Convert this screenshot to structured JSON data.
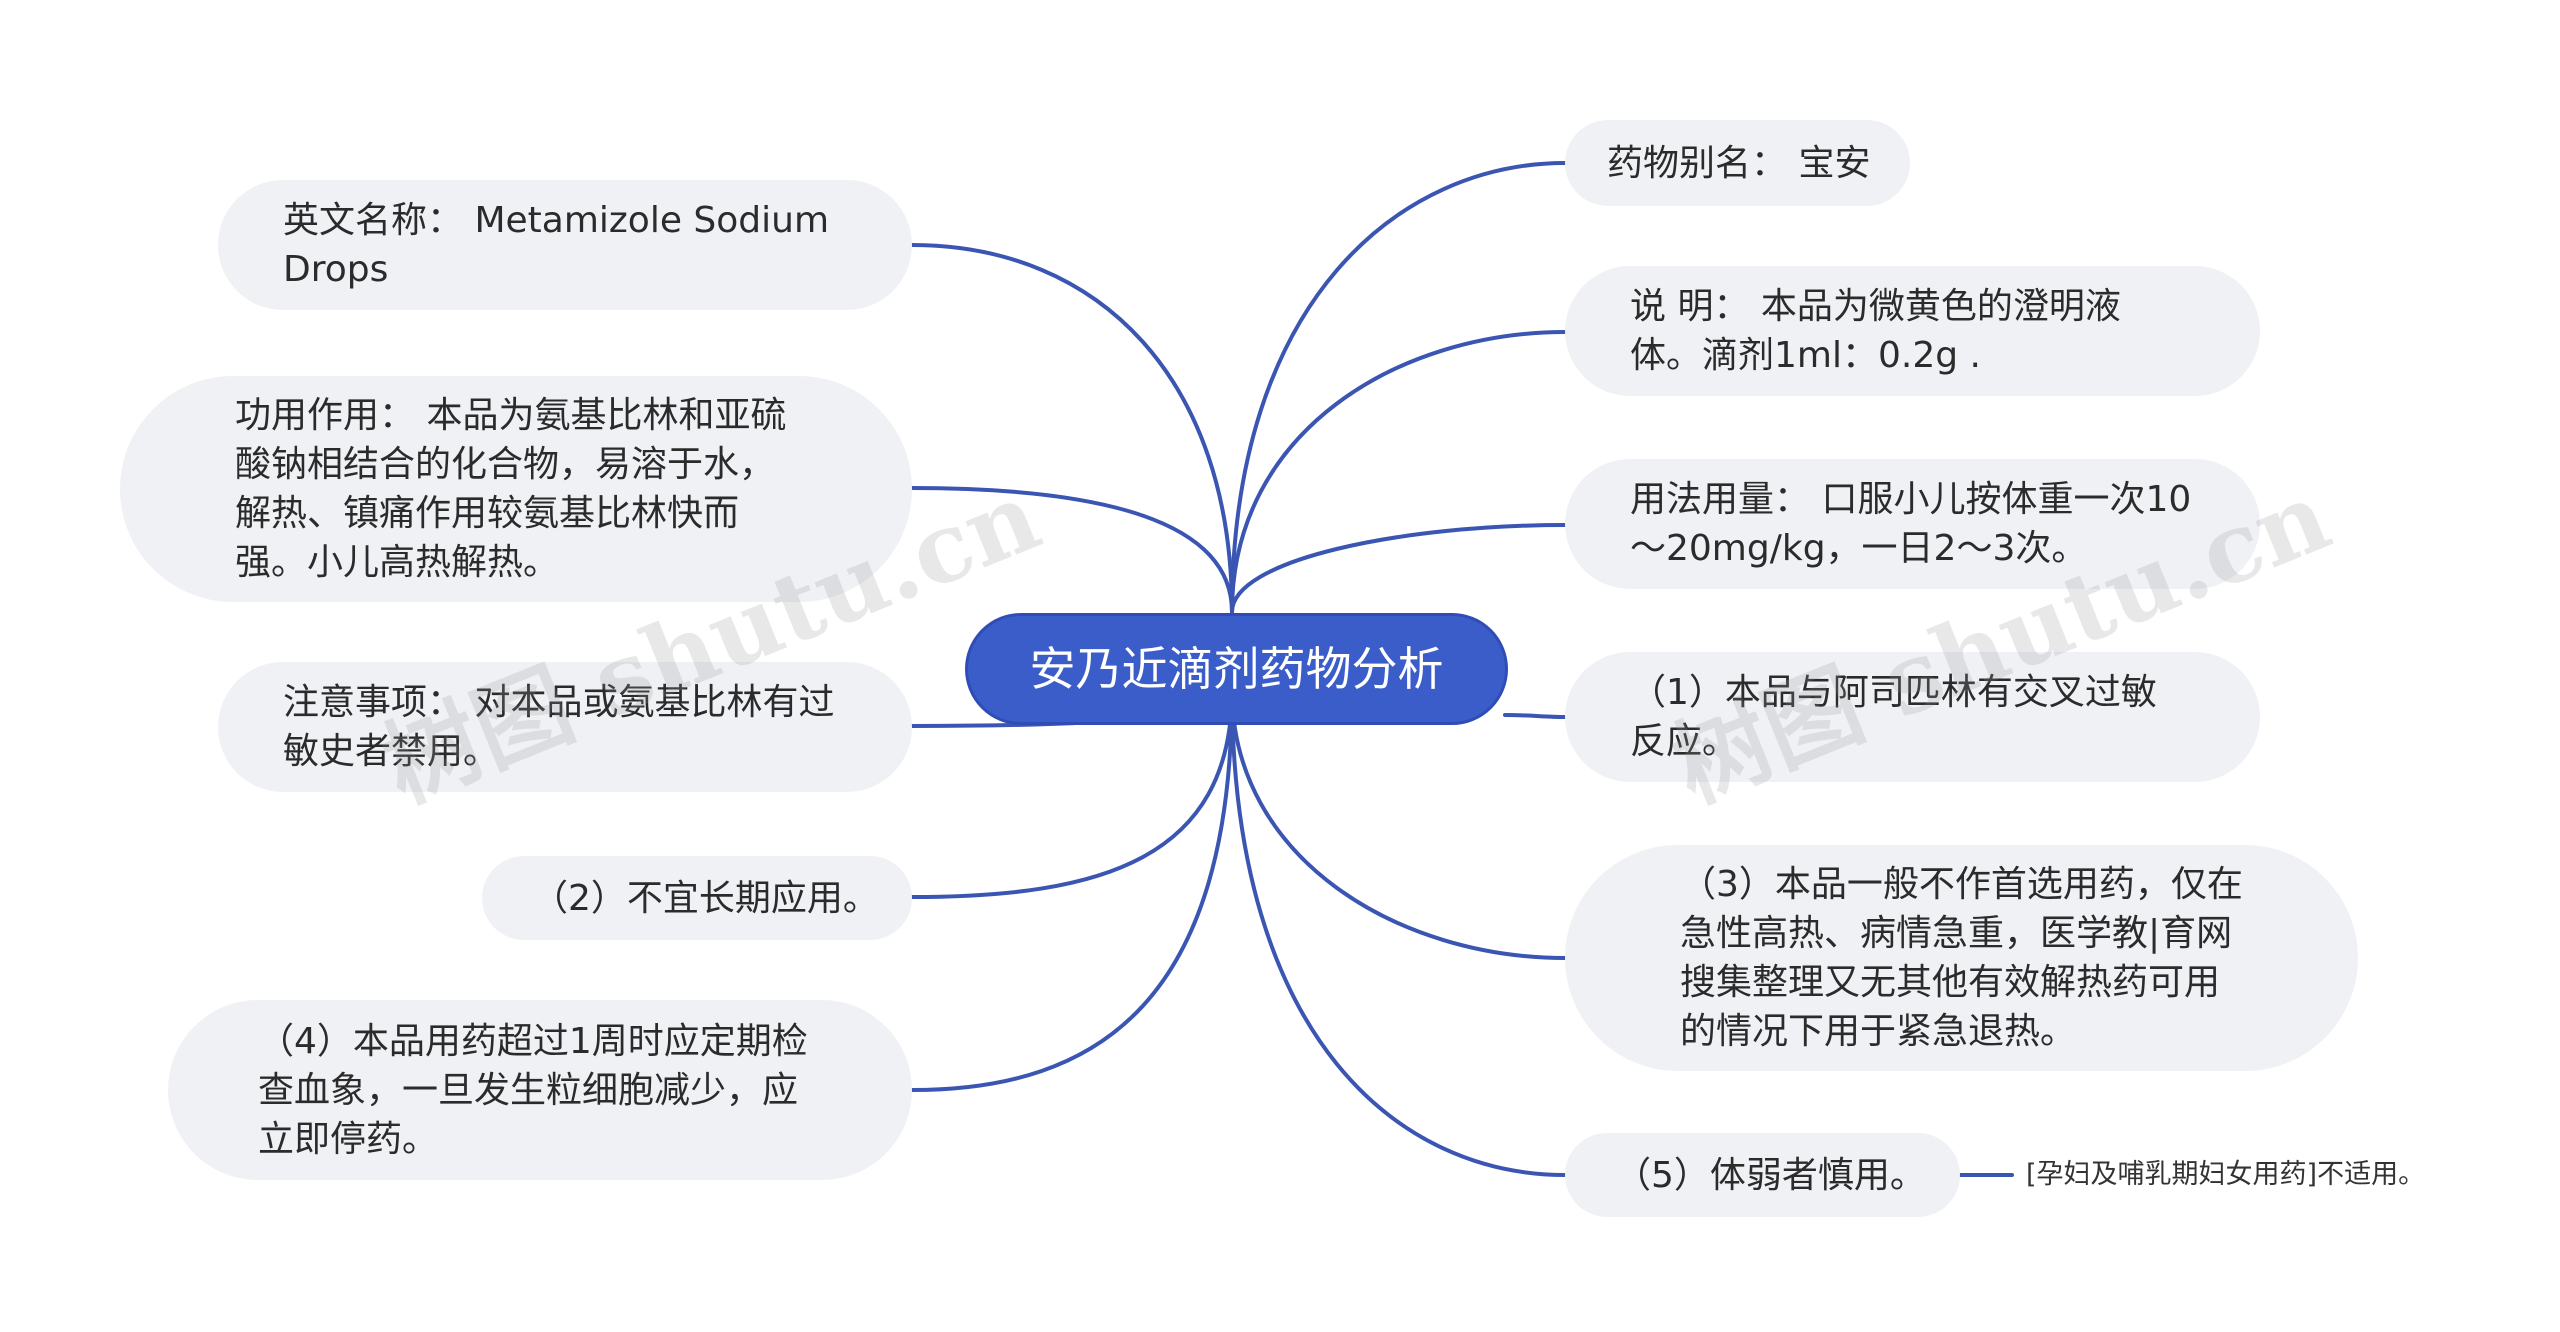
{
  "root": {
    "label": "安乃近滴剂药物分析"
  },
  "left_nodes": [
    {
      "id": "english_name",
      "text": "英文名称： Metamizole Sodium Drops"
    },
    {
      "id": "function",
      "text": "功用作用： 本品为氨基比林和亚硫酸钠相结合的化合物，易溶于水，解热、镇痛作用较氨基比林快而强。小儿高热解热。"
    },
    {
      "id": "precautions",
      "text": "注意事项： 对本品或氨基比林有过敏史者禁用。"
    },
    {
      "id": "note2",
      "text": "（2）不宜长期应用。"
    },
    {
      "id": "note4",
      "text": "（4）本品用药超过1周时应定期检查血象，一旦发生粒细胞减少，应立即停药。"
    }
  ],
  "right_nodes": [
    {
      "id": "alias",
      "text": "药物别名： 宝安"
    },
    {
      "id": "description",
      "text": "说 明： 本品为微黄色的澄明液体。滴剂1ml：0.2g ."
    },
    {
      "id": "dosage",
      "text": "用法用量： 口服小儿按体重一次10～20mg/kg，一日2～3次。"
    },
    {
      "id": "note1",
      "text": "（1）本品与阿司匹林有交叉过敏反应。"
    },
    {
      "id": "note3",
      "text": "（3）本品一般不作首选用药，仅在急性高热、病情急重，医学教|育网搜集整理又无其他有效解热药可用的情况下用于紧急退热。"
    },
    {
      "id": "note5",
      "text": "（5）体弱者慎用。"
    }
  ],
  "sub_note": {
    "text": "[孕妇及哺乳期妇女用药]不适用。"
  },
  "watermarks": [
    {
      "text": "树图 shutu.cn"
    },
    {
      "text": "树图 shutu.cn"
    }
  ],
  "colors": {
    "root_fill": "#3b5dc9",
    "link": "#3b55b3",
    "node_fill": "#eff1f5",
    "text": "#2b2b2b"
  }
}
